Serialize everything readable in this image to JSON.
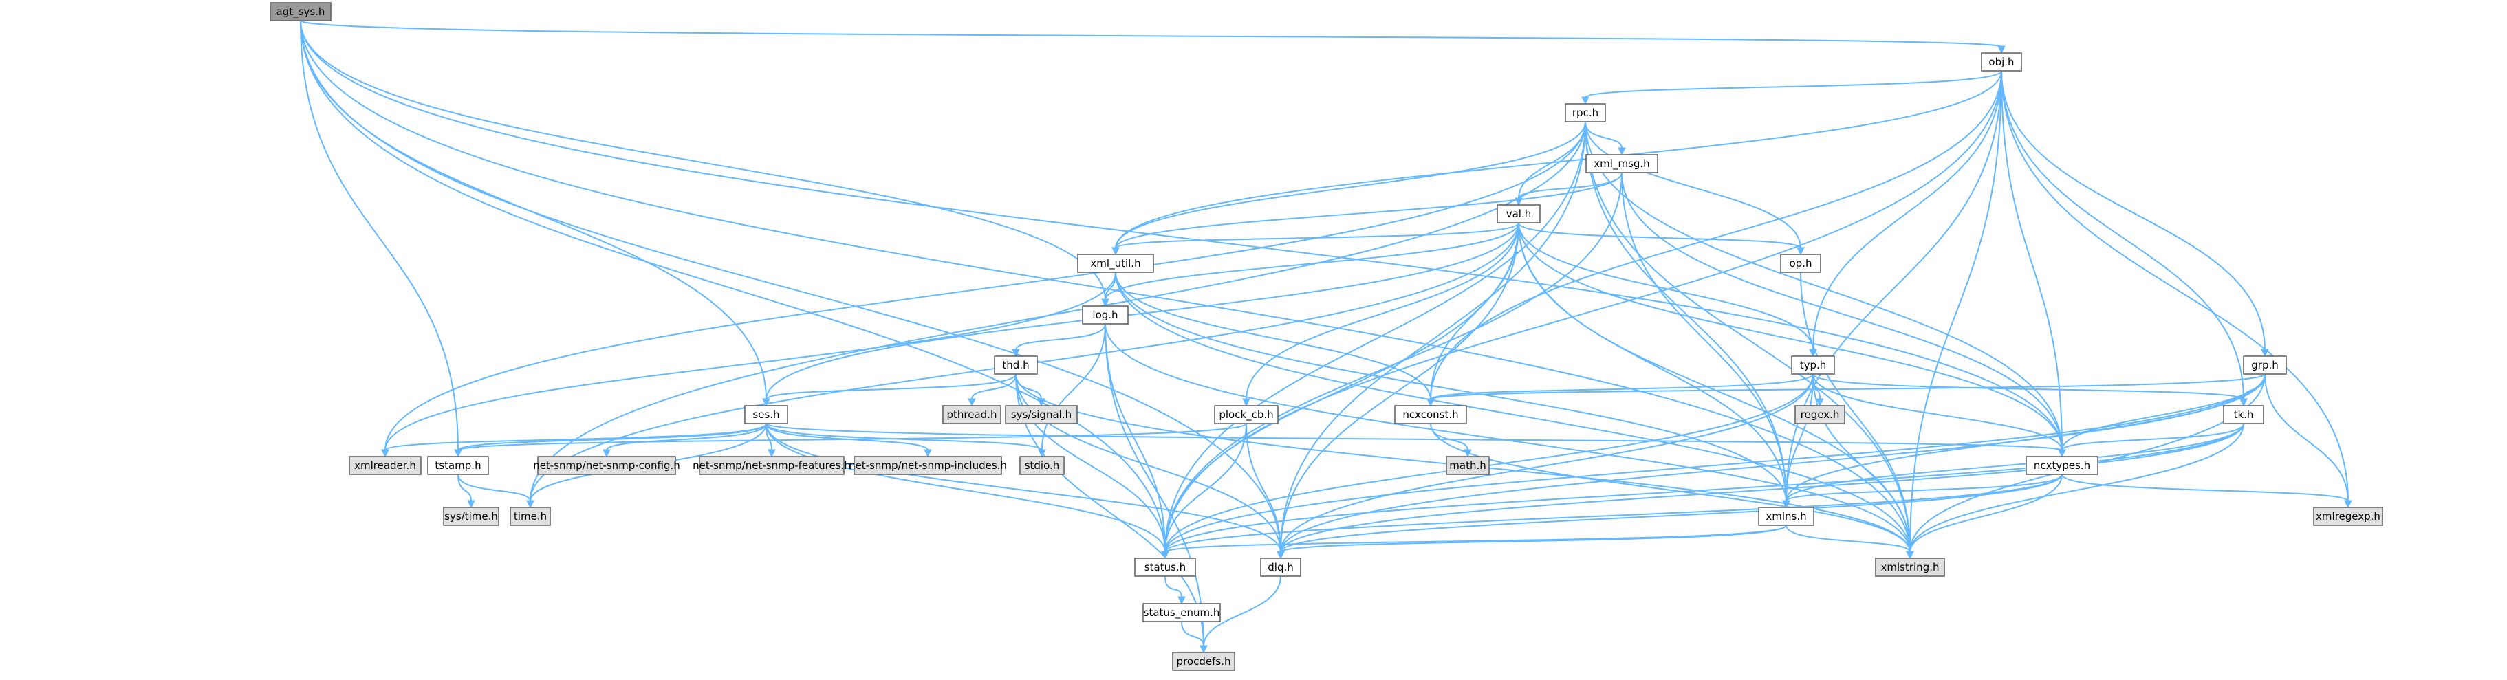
{
  "colors": {
    "edge": "#63b8ff",
    "node_border": "#666666",
    "node_fill_header": "#ffffff",
    "node_fill_root": "#999999",
    "node_fill_external": "#e0e0e0",
    "text": "#000000",
    "background": "#ffffff"
  },
  "nodes": [
    {
      "id": "agt_sys",
      "label": "agt_sys.h",
      "style": "root"
    },
    {
      "id": "obj",
      "label": "obj.h",
      "style": "header"
    },
    {
      "id": "rpc",
      "label": "rpc.h",
      "style": "header"
    },
    {
      "id": "xml_msg",
      "label": "xml_msg.h",
      "style": "header"
    },
    {
      "id": "val",
      "label": "val.h",
      "style": "header"
    },
    {
      "id": "xml_util",
      "label": "xml_util.h",
      "style": "header"
    },
    {
      "id": "op",
      "label": "op.h",
      "style": "header"
    },
    {
      "id": "log",
      "label": "log.h",
      "style": "header"
    },
    {
      "id": "thd",
      "label": "thd.h",
      "style": "header"
    },
    {
      "id": "typ",
      "label": "typ.h",
      "style": "header"
    },
    {
      "id": "grp",
      "label": "grp.h",
      "style": "header"
    },
    {
      "id": "ses",
      "label": "ses.h",
      "style": "header"
    },
    {
      "id": "pthread",
      "label": "pthread.h",
      "style": "external"
    },
    {
      "id": "sys_signal",
      "label": "sys/signal.h",
      "style": "external"
    },
    {
      "id": "plock_cb",
      "label": "plock_cb.h",
      "style": "header"
    },
    {
      "id": "ncxconst",
      "label": "ncxconst.h",
      "style": "header"
    },
    {
      "id": "regex",
      "label": "regex.h",
      "style": "external"
    },
    {
      "id": "tk",
      "label": "tk.h",
      "style": "header"
    },
    {
      "id": "xmlreader",
      "label": "xmlreader.h",
      "style": "external"
    },
    {
      "id": "netsnmp_config",
      "label": "net-snmp/net-snmp-config.h",
      "style": "external"
    },
    {
      "id": "netsnmp_features",
      "label": "net-snmp/net-snmp-features.h",
      "style": "external"
    },
    {
      "id": "netsnmp_includes",
      "label": "net-snmp/net-snmp-includes.h",
      "style": "external"
    },
    {
      "id": "stdio",
      "label": "stdio.h",
      "style": "external"
    },
    {
      "id": "ncxtypes",
      "label": "ncxtypes.h",
      "style": "header"
    },
    {
      "id": "tstamp",
      "label": "tstamp.h",
      "style": "header"
    },
    {
      "id": "math",
      "label": "math.h",
      "style": "external"
    },
    {
      "id": "sys_time",
      "label": "sys/time.h",
      "style": "external"
    },
    {
      "id": "time",
      "label": "time.h",
      "style": "external"
    },
    {
      "id": "xmlns",
      "label": "xmlns.h",
      "style": "header"
    },
    {
      "id": "xmlregexp",
      "label": "xmlregexp.h",
      "style": "external"
    },
    {
      "id": "status",
      "label": "status.h",
      "style": "header"
    },
    {
      "id": "dlq",
      "label": "dlq.h",
      "style": "header"
    },
    {
      "id": "xmlstring",
      "label": "xmlstring.h",
      "style": "external"
    },
    {
      "id": "status_enum",
      "label": "status_enum.h",
      "style": "header"
    },
    {
      "id": "procdefs",
      "label": "procdefs.h",
      "style": "external"
    }
  ],
  "edges": [
    [
      "agt_sys",
      "obj"
    ],
    [
      "agt_sys",
      "ses"
    ],
    [
      "agt_sys",
      "status"
    ],
    [
      "agt_sys",
      "tstamp"
    ],
    [
      "agt_sys",
      "dlq"
    ],
    [
      "agt_sys",
      "log"
    ],
    [
      "agt_sys",
      "ncxtypes"
    ],
    [
      "agt_sys",
      "xmlstring"
    ],
    [
      "obj",
      "rpc"
    ],
    [
      "obj",
      "xml_util"
    ],
    [
      "obj",
      "typ"
    ],
    [
      "obj",
      "grp"
    ],
    [
      "obj",
      "tk"
    ],
    [
      "obj",
      "ncxtypes"
    ],
    [
      "obj",
      "xmlns"
    ],
    [
      "obj",
      "xmlstring"
    ],
    [
      "obj",
      "xmlregexp"
    ],
    [
      "obj",
      "status"
    ],
    [
      "obj",
      "ncxconst"
    ],
    [
      "rpc",
      "xml_msg"
    ],
    [
      "rpc",
      "val"
    ],
    [
      "rpc",
      "xml_util"
    ],
    [
      "rpc",
      "op"
    ],
    [
      "rpc",
      "ncxtypes"
    ],
    [
      "rpc",
      "status"
    ],
    [
      "rpc",
      "time"
    ],
    [
      "rpc",
      "xmlstring"
    ],
    [
      "rpc",
      "xmlns"
    ],
    [
      "rpc",
      "xmlreader"
    ],
    [
      "rpc",
      "dlq"
    ],
    [
      "xml_msg",
      "val"
    ],
    [
      "xml_msg",
      "xml_util"
    ],
    [
      "xml_msg",
      "xmlns"
    ],
    [
      "xml_msg",
      "ncxtypes"
    ],
    [
      "xml_msg",
      "status"
    ],
    [
      "val",
      "xml_util"
    ],
    [
      "val",
      "op"
    ],
    [
      "val",
      "log"
    ],
    [
      "val",
      "typ"
    ],
    [
      "val",
      "ses"
    ],
    [
      "val",
      "plock_cb"
    ],
    [
      "val",
      "ncxconst"
    ],
    [
      "val",
      "ncxtypes"
    ],
    [
      "val",
      "xmlns"
    ],
    [
      "val",
      "status"
    ],
    [
      "val",
      "dlq"
    ],
    [
      "val",
      "xmlstring"
    ],
    [
      "val",
      "time"
    ],
    [
      "xml_util",
      "log"
    ],
    [
      "xml_util",
      "ncxconst"
    ],
    [
      "xml_util",
      "xmlreader"
    ],
    [
      "xml_util",
      "xmlns"
    ],
    [
      "xml_util",
      "xmlstring"
    ],
    [
      "op",
      "xmlstring"
    ],
    [
      "log",
      "thd"
    ],
    [
      "log",
      "stdio"
    ],
    [
      "log",
      "status"
    ],
    [
      "log",
      "procdefs"
    ],
    [
      "log",
      "xmlstring"
    ],
    [
      "thd",
      "ses"
    ],
    [
      "thd",
      "pthread"
    ],
    [
      "thd",
      "sys_signal"
    ],
    [
      "thd",
      "status"
    ],
    [
      "thd",
      "procdefs"
    ],
    [
      "thd",
      "xmlstring"
    ],
    [
      "thd",
      "dlq"
    ],
    [
      "typ",
      "ncxconst"
    ],
    [
      "typ",
      "regex"
    ],
    [
      "typ",
      "tk"
    ],
    [
      "typ",
      "ncxtypes"
    ],
    [
      "typ",
      "xmlns"
    ],
    [
      "typ",
      "status"
    ],
    [
      "typ",
      "xmlstring"
    ],
    [
      "typ",
      "dlq"
    ],
    [
      "grp",
      "ncxconst"
    ],
    [
      "grp",
      "tk"
    ],
    [
      "grp",
      "ncxtypes"
    ],
    [
      "grp",
      "xmlregexp"
    ],
    [
      "grp",
      "xmlns"
    ],
    [
      "grp",
      "status"
    ],
    [
      "grp",
      "dlq"
    ],
    [
      "grp",
      "xmlstring"
    ],
    [
      "ses",
      "xmlreader"
    ],
    [
      "ses",
      "netsnmp_config"
    ],
    [
      "ses",
      "netsnmp_features"
    ],
    [
      "ses",
      "netsnmp_includes"
    ],
    [
      "ses",
      "stdio"
    ],
    [
      "ses",
      "ncxtypes"
    ],
    [
      "ses",
      "tstamp"
    ],
    [
      "ses",
      "time"
    ],
    [
      "ses",
      "status"
    ],
    [
      "ses",
      "dlq"
    ],
    [
      "plock_cb",
      "tstamp"
    ],
    [
      "plock_cb",
      "status"
    ],
    [
      "plock_cb",
      "dlq"
    ],
    [
      "ncxconst",
      "math"
    ],
    [
      "ncxconst",
      "xmlstring"
    ],
    [
      "tk",
      "ncxtypes"
    ],
    [
      "tk",
      "xmlns"
    ],
    [
      "tk",
      "status"
    ],
    [
      "tk",
      "dlq"
    ],
    [
      "tk",
      "xmlstring"
    ],
    [
      "ncxtypes",
      "xmlns"
    ],
    [
      "ncxtypes",
      "xmlregexp"
    ],
    [
      "ncxtypes",
      "status"
    ],
    [
      "ncxtypes",
      "dlq"
    ],
    [
      "ncxtypes",
      "xmlstring"
    ],
    [
      "tstamp",
      "sys_time"
    ],
    [
      "tstamp",
      "time"
    ],
    [
      "xmlns",
      "status"
    ],
    [
      "xmlns",
      "dlq"
    ],
    [
      "xmlns",
      "xmlstring"
    ],
    [
      "status",
      "status_enum"
    ],
    [
      "status_enum",
      "procdefs"
    ],
    [
      "dlq",
      "procdefs"
    ]
  ]
}
